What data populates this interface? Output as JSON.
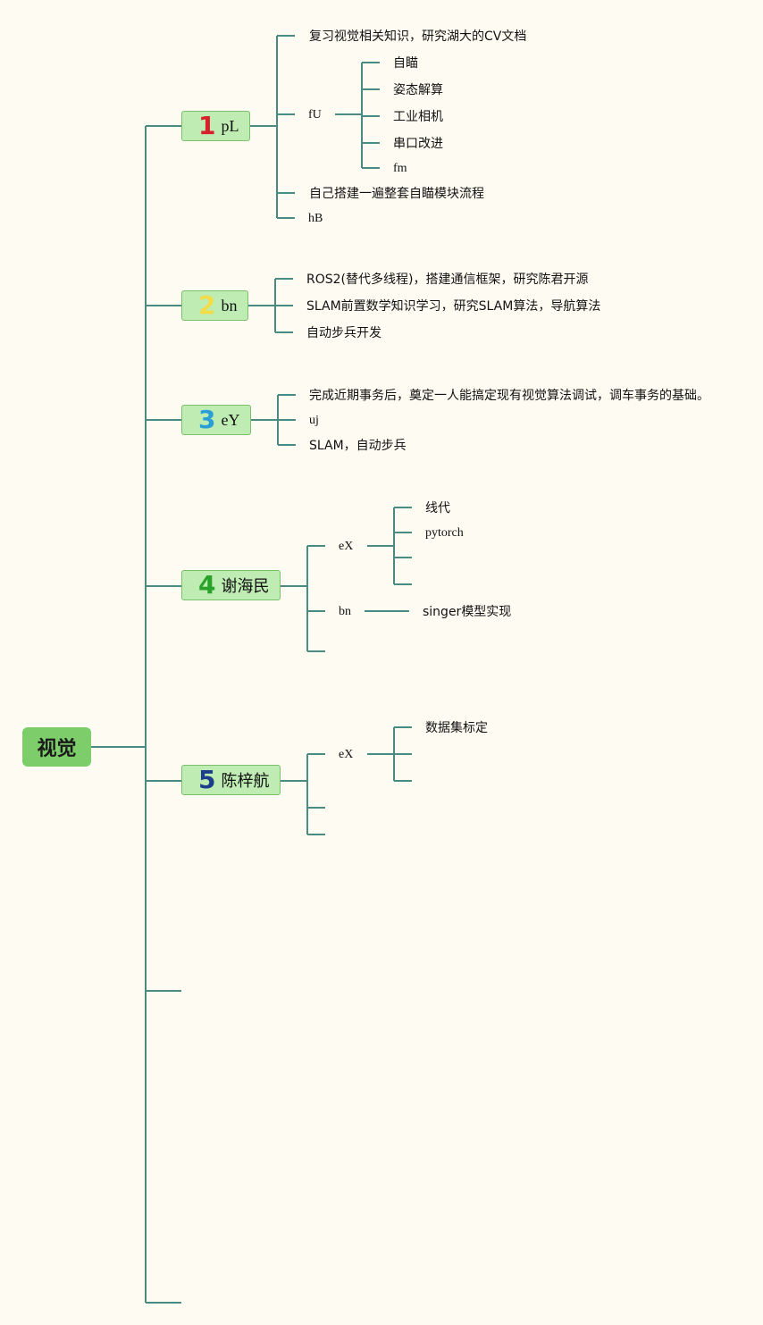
{
  "root": {
    "label": "视觉"
  },
  "branches": [
    {
      "num": "1",
      "num_color": "#d8202a",
      "label": "pL",
      "items": [
        "复习视觉相关知识，研究湖大的CV文档",
        "fU",
        "自己搭建一遍整套自瞄模块流程",
        "hB"
      ],
      "sub": {
        "label": "fU",
        "items": [
          "自瞄",
          "姿态解算",
          "工业相机",
          "串口改进",
          "fm"
        ]
      }
    },
    {
      "num": "2",
      "num_color": "#f3dc4a",
      "label": "bn",
      "items": [
        "ROS2(替代多线程)，搭建通信框架，研究陈君开源",
        "SLAM前置数学知识学习，研究SLAM算法，导航算法",
        "自动步兵开发"
      ]
    },
    {
      "num": "3",
      "num_color": "#2a9fd6",
      "label": "eY",
      "items": [
        "完成近期事务后，奠定一人能搞定现有视觉算法调试，调车事务的基础。",
        "uj",
        "SLAM，自动步兵"
      ]
    },
    {
      "num": "4",
      "num_color": "#28a228",
      "label": "谢海民",
      "items": [
        "eX",
        "bn"
      ],
      "sub_ex": {
        "label": "eX",
        "items": [
          "线代",
          "pytorch"
        ]
      },
      "sub_bn": {
        "label": "bn",
        "items": [
          "singer模型实现"
        ]
      }
    },
    {
      "num": "5",
      "num_color": "#1c3f8c",
      "label": "陈梓航",
      "items": [
        "eX"
      ],
      "sub_ex": {
        "label": "eX",
        "items": [
          "数据集标定"
        ]
      }
    }
  ],
  "colors": {
    "line": "#4a8a80",
    "root_fill": "#7dce6a",
    "node_fill": "#bfecb3",
    "background": "#fefcf2"
  }
}
